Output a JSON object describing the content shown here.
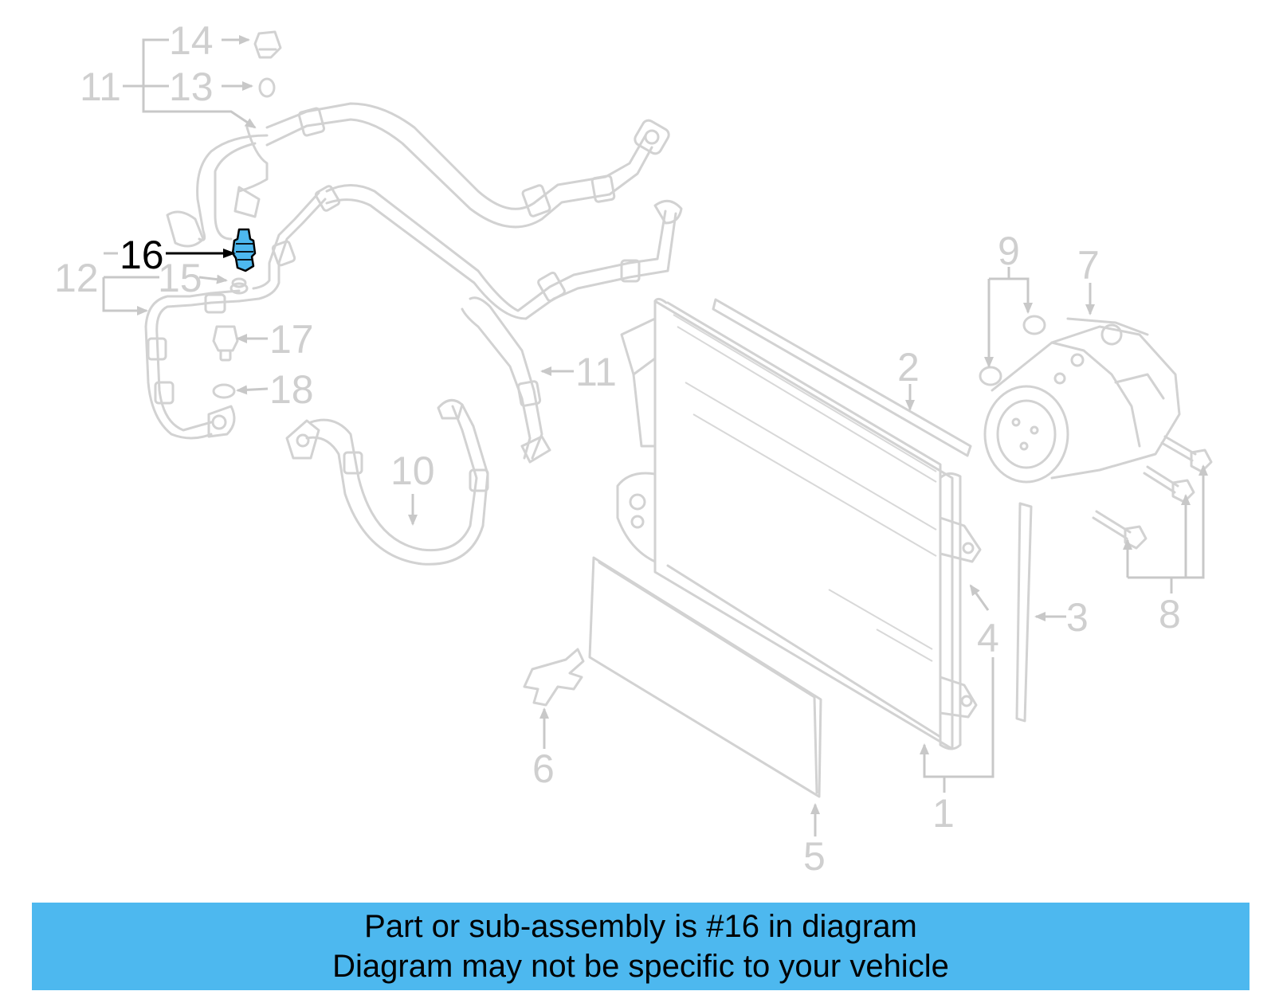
{
  "diagram": {
    "highlight_color": "#4db8ef",
    "highlighted_part": "16",
    "callouts": {
      "c14": "14",
      "c13": "13",
      "c11a": "11",
      "c16": "16",
      "c12": "12",
      "c15": "15",
      "c17": "17",
      "c18": "18",
      "c11b": "11",
      "c10": "10",
      "c9": "9",
      "c7": "7",
      "c2": "2",
      "c3": "3",
      "c4": "4",
      "c8": "8",
      "c6": "6",
      "c1": "1",
      "c5": "5"
    }
  },
  "banner": {
    "line1": "Part or sub-assembly is #16 in diagram",
    "line2": "Diagram may not be specific to your vehicle"
  }
}
